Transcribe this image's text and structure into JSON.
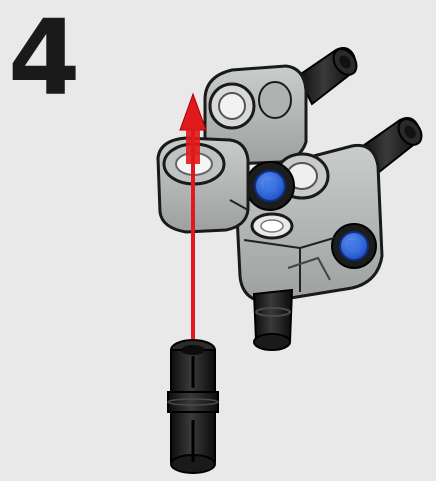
{
  "step": {
    "number": "4"
  },
  "illustration": {
    "parts": [
      "technic-pin-black",
      "technic-pin-connector-light-grey",
      "technic-axle-pin-blue"
    ],
    "arrow_color": "#e0191c",
    "part_color_light_grey": "#a6aba9",
    "part_color_black": "#141414",
    "part_color_blue": "#1f5bd6"
  }
}
